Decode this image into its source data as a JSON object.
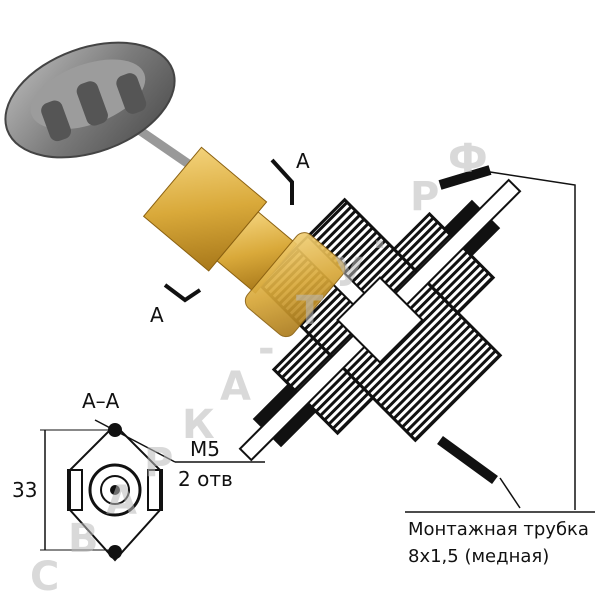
{
  "labels": {
    "section_mark_top": "А",
    "section_mark_left": "А",
    "section_title": "А–А",
    "thread": "М5",
    "holes": "2 отв",
    "dimension": "33",
    "tube_line1": "Монтажная трубка",
    "tube_line2": "8х1,5 (медная)"
  },
  "watermark": "СВАРКА-ТУ.РФ",
  "colors": {
    "brass": "#d9a93a",
    "knob": "#8a8a8a",
    "ink": "#111111",
    "watermark": "#c8c8c8"
  }
}
